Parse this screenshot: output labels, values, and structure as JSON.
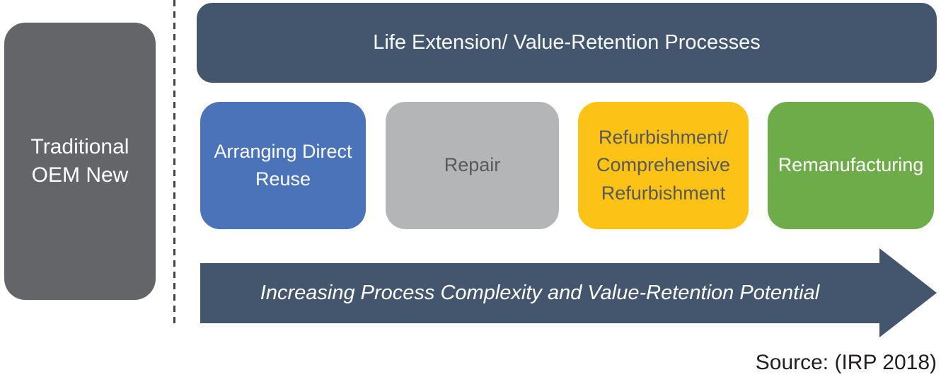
{
  "left_box": {
    "label": "Traditional OEM New"
  },
  "header": {
    "label": "Life Extension/ Value-Retention Processes"
  },
  "processes": [
    {
      "label": "Arranging Direct Reuse",
      "color": "#4a73ba"
    },
    {
      "label": "Repair",
      "color": "#b3b5b7"
    },
    {
      "label": "Refurbishment/ Comprehensive Refurbishment",
      "color": "#fcc216"
    },
    {
      "label": "Remanufacturing",
      "color": "#6dac49"
    }
  ],
  "arrow": {
    "label": "Increasing Process Complexity and Value-Retention Potential"
  },
  "source": {
    "label": "Source: (IRP 2018)"
  },
  "colors": {
    "slate": "#44566e",
    "left_box_bg": "#646568",
    "blue": "#4a73ba",
    "gray": "#b3b5b7",
    "yellow": "#fcc216",
    "green": "#6dac49",
    "dark_text": "#58595b",
    "light_text": "#ffffff",
    "divider_color": "#404040",
    "source_text": "#231f20"
  }
}
